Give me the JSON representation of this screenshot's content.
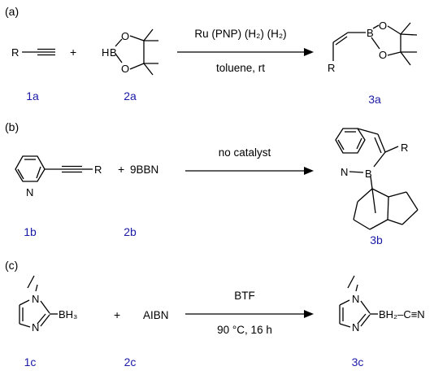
{
  "sections": [
    {
      "id": "a",
      "label": "(a)",
      "reactant1_atom": "R",
      "plus": "+",
      "reactant2_atoms": {
        "h": "H",
        "b": "B",
        "o_top": "O",
        "o_bot": "O"
      },
      "condition_above": "Ru (PNP) (H₂) (H₂)",
      "condition_below": "toluene, rt",
      "product_atoms": {
        "b": "B",
        "o_top": "O",
        "o_bot": "O",
        "r": "R"
      },
      "compound_labels": [
        "1a",
        "2a",
        "3a"
      ]
    },
    {
      "id": "b",
      "label": "(b)",
      "reactant1_atoms": {
        "n": "N",
        "r": "R"
      },
      "plus": "+",
      "reactant2_text": "9BBN",
      "condition_above": "no catalyst",
      "condition_below": "",
      "product_atoms": {
        "n": "N",
        "b": "B",
        "r": "R"
      },
      "compound_labels": [
        "1b",
        "2b",
        "3b"
      ]
    },
    {
      "id": "c",
      "label": "(c)",
      "reactant1_atoms": {
        "n_top": "N",
        "n_bot": "N",
        "bh3": "BH₃"
      },
      "plus": "+",
      "reactant2_text": "AIBN",
      "condition_above": "BTF",
      "condition_below": "90 °C, 16 h",
      "product_atoms": {
        "n_top": "N",
        "n_bot": "N",
        "bh2": "BH₂–C≡N"
      },
      "compound_labels": [
        "1c",
        "2c",
        "3c"
      ]
    }
  ]
}
